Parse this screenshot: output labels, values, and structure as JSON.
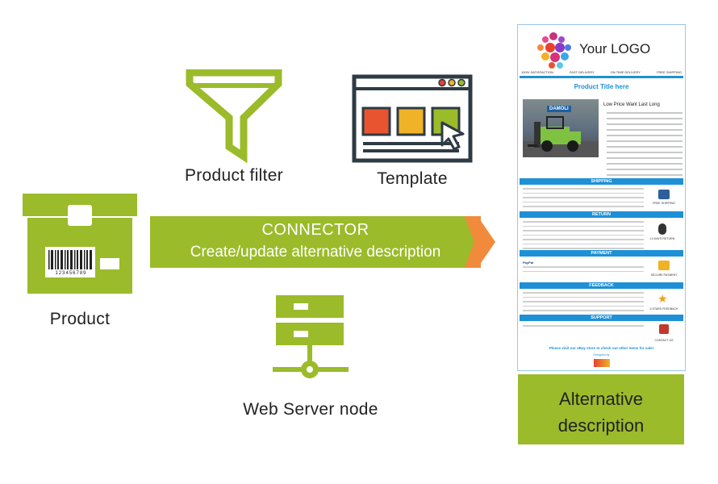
{
  "nodes": {
    "product_filter": "Product filter",
    "template": "Template",
    "product": "Product",
    "web_server": "Web Server node",
    "alternative_description_line1": "Alternative",
    "alternative_description_line2": "description"
  },
  "connector": {
    "title": "CONNECTOR",
    "subtitle": "Create/update alternative description"
  },
  "product_box": {
    "barcode_number": "123456789"
  },
  "preview": {
    "logo_text": "Your LOGO",
    "top_features": [
      "100% SATISFACTION",
      "FAST DELIVERY",
      "ON TIME DELIVERY",
      "FREE SHIPPING"
    ],
    "product_title": "Product Title here",
    "promo_heading": "Low Price Want Last Long",
    "brand_sign": "DAMOLI",
    "sections": [
      "SHIPPING",
      "RETURN",
      "PAYMENT",
      "FEEDBACK",
      "SUPPORT"
    ],
    "section_icons": [
      "FREE SHIPPING",
      "14 DAYS RETURN",
      "SECURE PAYMENT",
      "5 STARS FEEDBACK",
      "CONTACT US"
    ],
    "payment_provider": "PayPal",
    "footer_link": "Please visit our eBay store to check out other items for sale!",
    "footer_designed": "Designed by"
  },
  "colors": {
    "green": "#9bbb2a",
    "orange": "#f28a3b",
    "dark": "#2e3b45",
    "blue": "#1e90d6"
  }
}
